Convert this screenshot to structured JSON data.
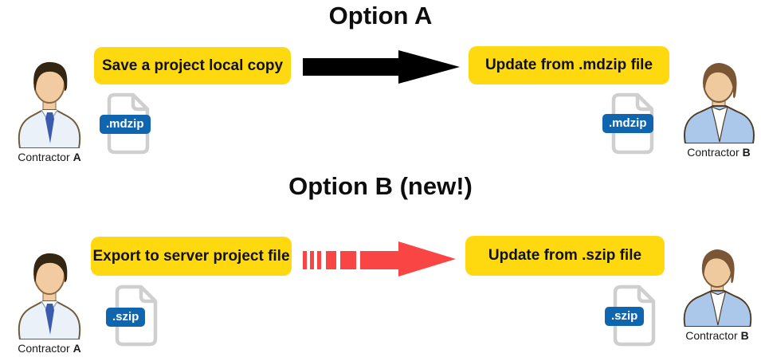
{
  "diagram": {
    "option_a": {
      "title": "Option A",
      "action_label": "Save a project local copy",
      "result_label": "Update from .mdzip file",
      "file_extension": ".mdzip",
      "arrow_style": "solid-black-right"
    },
    "option_b": {
      "title": "Option B (new!)",
      "action_label": "Export to server project file",
      "result_label": "Update from .szip file",
      "file_extension": ".szip",
      "arrow_style": "dashed-red-right"
    },
    "actors": {
      "contractor_a": {
        "name": "Contractor",
        "letter": "A"
      },
      "contractor_b": {
        "name": "Contractor",
        "letter": "B"
      }
    },
    "colors": {
      "highlight_yellow": "#FFD90F",
      "badge_blue": "#1066AE",
      "arrow_black": "#000000",
      "arrow_red": "#FA4545"
    }
  }
}
